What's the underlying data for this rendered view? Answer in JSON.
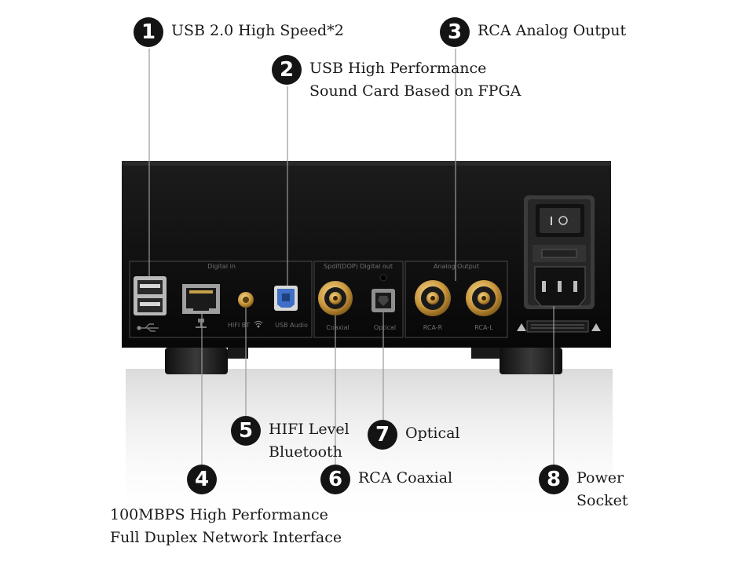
{
  "callouts": [
    {
      "number": "1",
      "text": "USB 2.0 High Speed*2"
    },
    {
      "number": "2",
      "text": "USB High Performance\nSound Card Based on FPGA"
    },
    {
      "number": "3",
      "text": "RCA Analog Output"
    },
    {
      "number": "4",
      "text": "100MBPS High Performance\nFull Duplex Network Interface"
    },
    {
      "number": "5",
      "text": "HIFI Level\nBluetooth"
    },
    {
      "number": "6",
      "text": "RCA Coaxial"
    },
    {
      "number": "7",
      "text": "Optical"
    },
    {
      "number": "8",
      "text": "Power\nSocket"
    }
  ],
  "panel_labels": {
    "digital_in": "Digital in",
    "spdif_out": "Spdif(DOP) Digital out",
    "analog_out": "Analog Output",
    "bluetooth": "HIFI BT",
    "usb_audio": "USB Audio",
    "coaxial": "Coaxial",
    "optical": "Optical",
    "rca_r": "RCA-R",
    "rca_l": "RCA-L"
  },
  "colors": {
    "chassis": "#0d0d0d",
    "gold": "#c9973d",
    "usb_blue": "#3f6fc7",
    "badge": "#141414"
  },
  "icons": [
    "usb-icon",
    "network-icon",
    "bluetooth-icon",
    "warning-icon"
  ]
}
